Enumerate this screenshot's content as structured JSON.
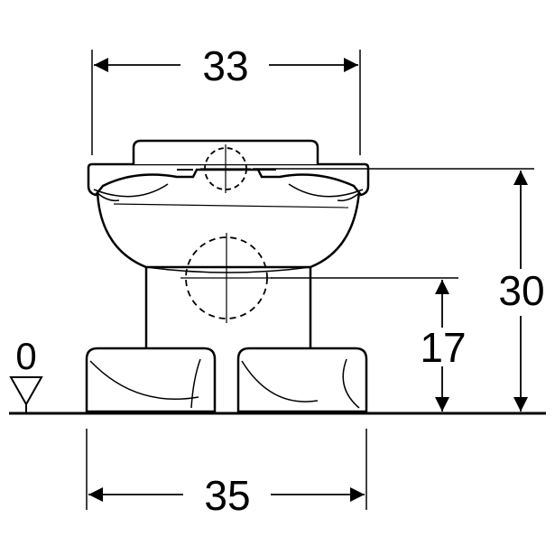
{
  "dimensions": {
    "top_width": "33",
    "bottom_width": "35",
    "total_height": "30",
    "inlet_height": "17",
    "floor_level": "0"
  },
  "colors": {
    "stroke": "#000000",
    "background": "#ffffff"
  }
}
